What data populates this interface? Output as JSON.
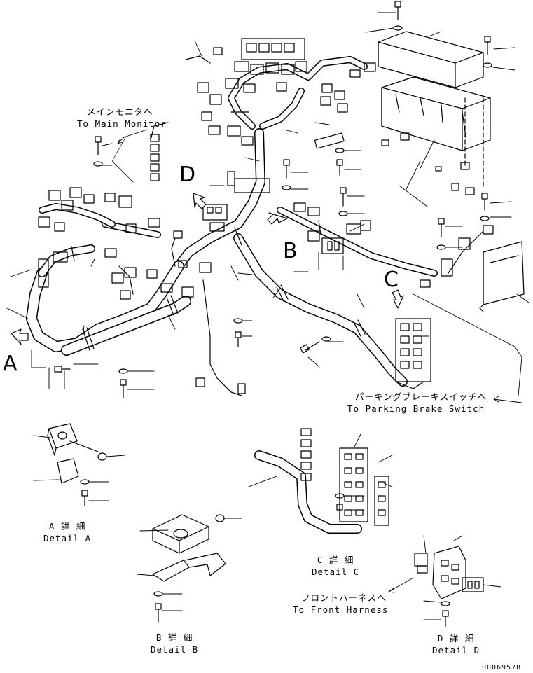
{
  "callouts": {
    "main_monitor_jp": "メインモニタへ",
    "main_monitor_en": "To Main Monitor",
    "parking_brake_jp": "パーキングブレーキスイッチへ",
    "parking_brake_en": "To Parking Brake Switch",
    "front_harness_jp": "フロントハーネスへ",
    "front_harness_en": "To Front Harness"
  },
  "view_letters": {
    "a": "A",
    "b": "B",
    "c": "C",
    "d": "D"
  },
  "details": {
    "a_jp": "A 詳 細",
    "a_en": "Detail A",
    "b_jp": "B 詳 細",
    "b_en": "Detail B",
    "c_jp": "C 詳 細",
    "c_en": "Detail C",
    "d_jp": "D 詳 細",
    "d_en": "Detail D"
  },
  "drawing_number": "00069578"
}
